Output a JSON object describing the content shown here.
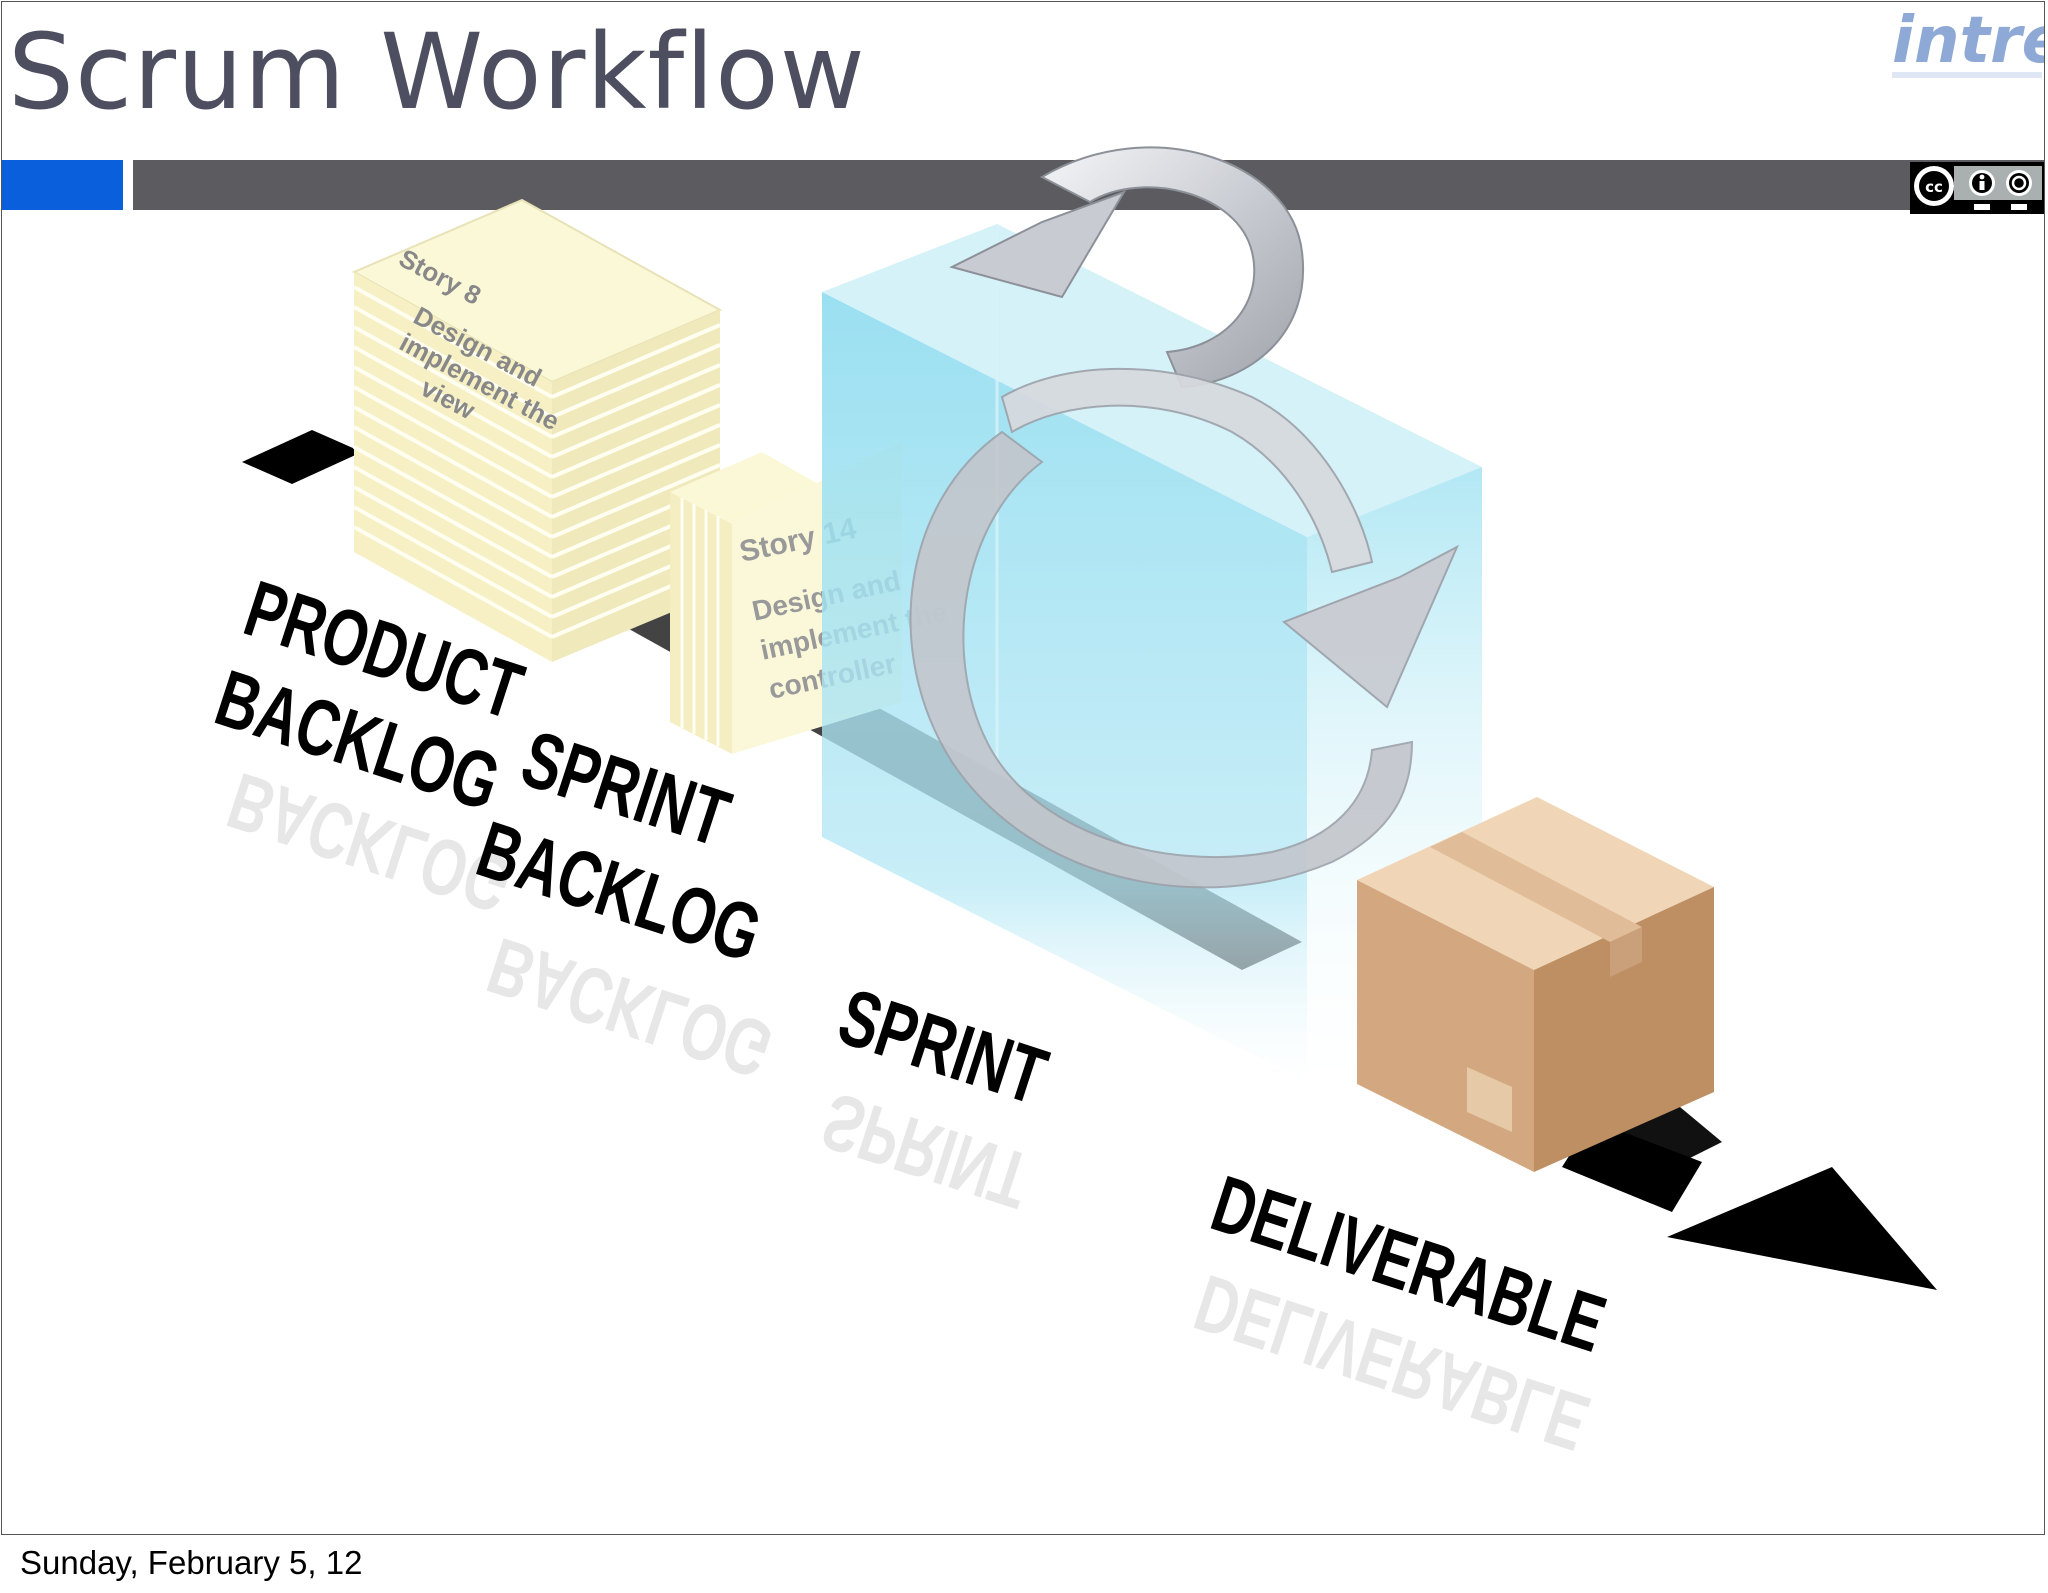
{
  "slide": {
    "title": "Scrum Workflow",
    "logo_text": "intre",
    "license_badge": "cc-by-sa",
    "footer_date": "Sunday, February 5, 12"
  },
  "diagram": {
    "nodes": [
      {
        "id": "product-backlog",
        "label": "PRODUCT BACKLOG",
        "line1": "PRODUCT",
        "line2": "BACKLOG"
      },
      {
        "id": "sprint-backlog",
        "label": "SPRINT BACKLOG",
        "line1": "SPRINT",
        "line2": "BACKLOG"
      },
      {
        "id": "sprint",
        "label": "SPRINT",
        "line1": "SPRINT"
      },
      {
        "id": "deliverable",
        "label": "DELIVERABLE",
        "line1": "DELIVERABLE"
      }
    ],
    "cards": [
      {
        "title": "Story 8",
        "lines": [
          "Design and",
          "implement the",
          "view"
        ]
      },
      {
        "title": "Story 14",
        "lines": [
          "Design and",
          "implement the",
          "controller"
        ]
      }
    ],
    "colors": {
      "accent_blue": "#0a5fdc",
      "header_bar": "#5c5c60",
      "title_text": "#4d4f60",
      "sprint_box": "#8fdcef",
      "card_paper": "#fbf8d8",
      "box_brown": "#c9a07a"
    }
  }
}
